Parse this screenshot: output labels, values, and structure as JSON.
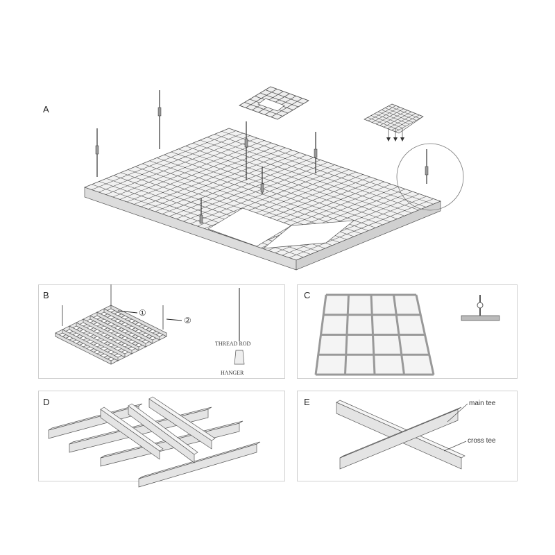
{
  "panels": {
    "a": {
      "label": "A"
    },
    "b": {
      "label": "B",
      "marker_1": "①",
      "marker_2": "②",
      "thread_rod": "THREAD ROD",
      "hanger": "HANGER"
    },
    "c": {
      "label": "C"
    },
    "d": {
      "label": "D"
    },
    "e": {
      "label": "E",
      "main_tee": "main tee",
      "cross_tee": "cross tee"
    }
  },
  "colors": {
    "frame": "#cfcfcf",
    "line": "#555555",
    "metal": "#e6e6e6"
  }
}
